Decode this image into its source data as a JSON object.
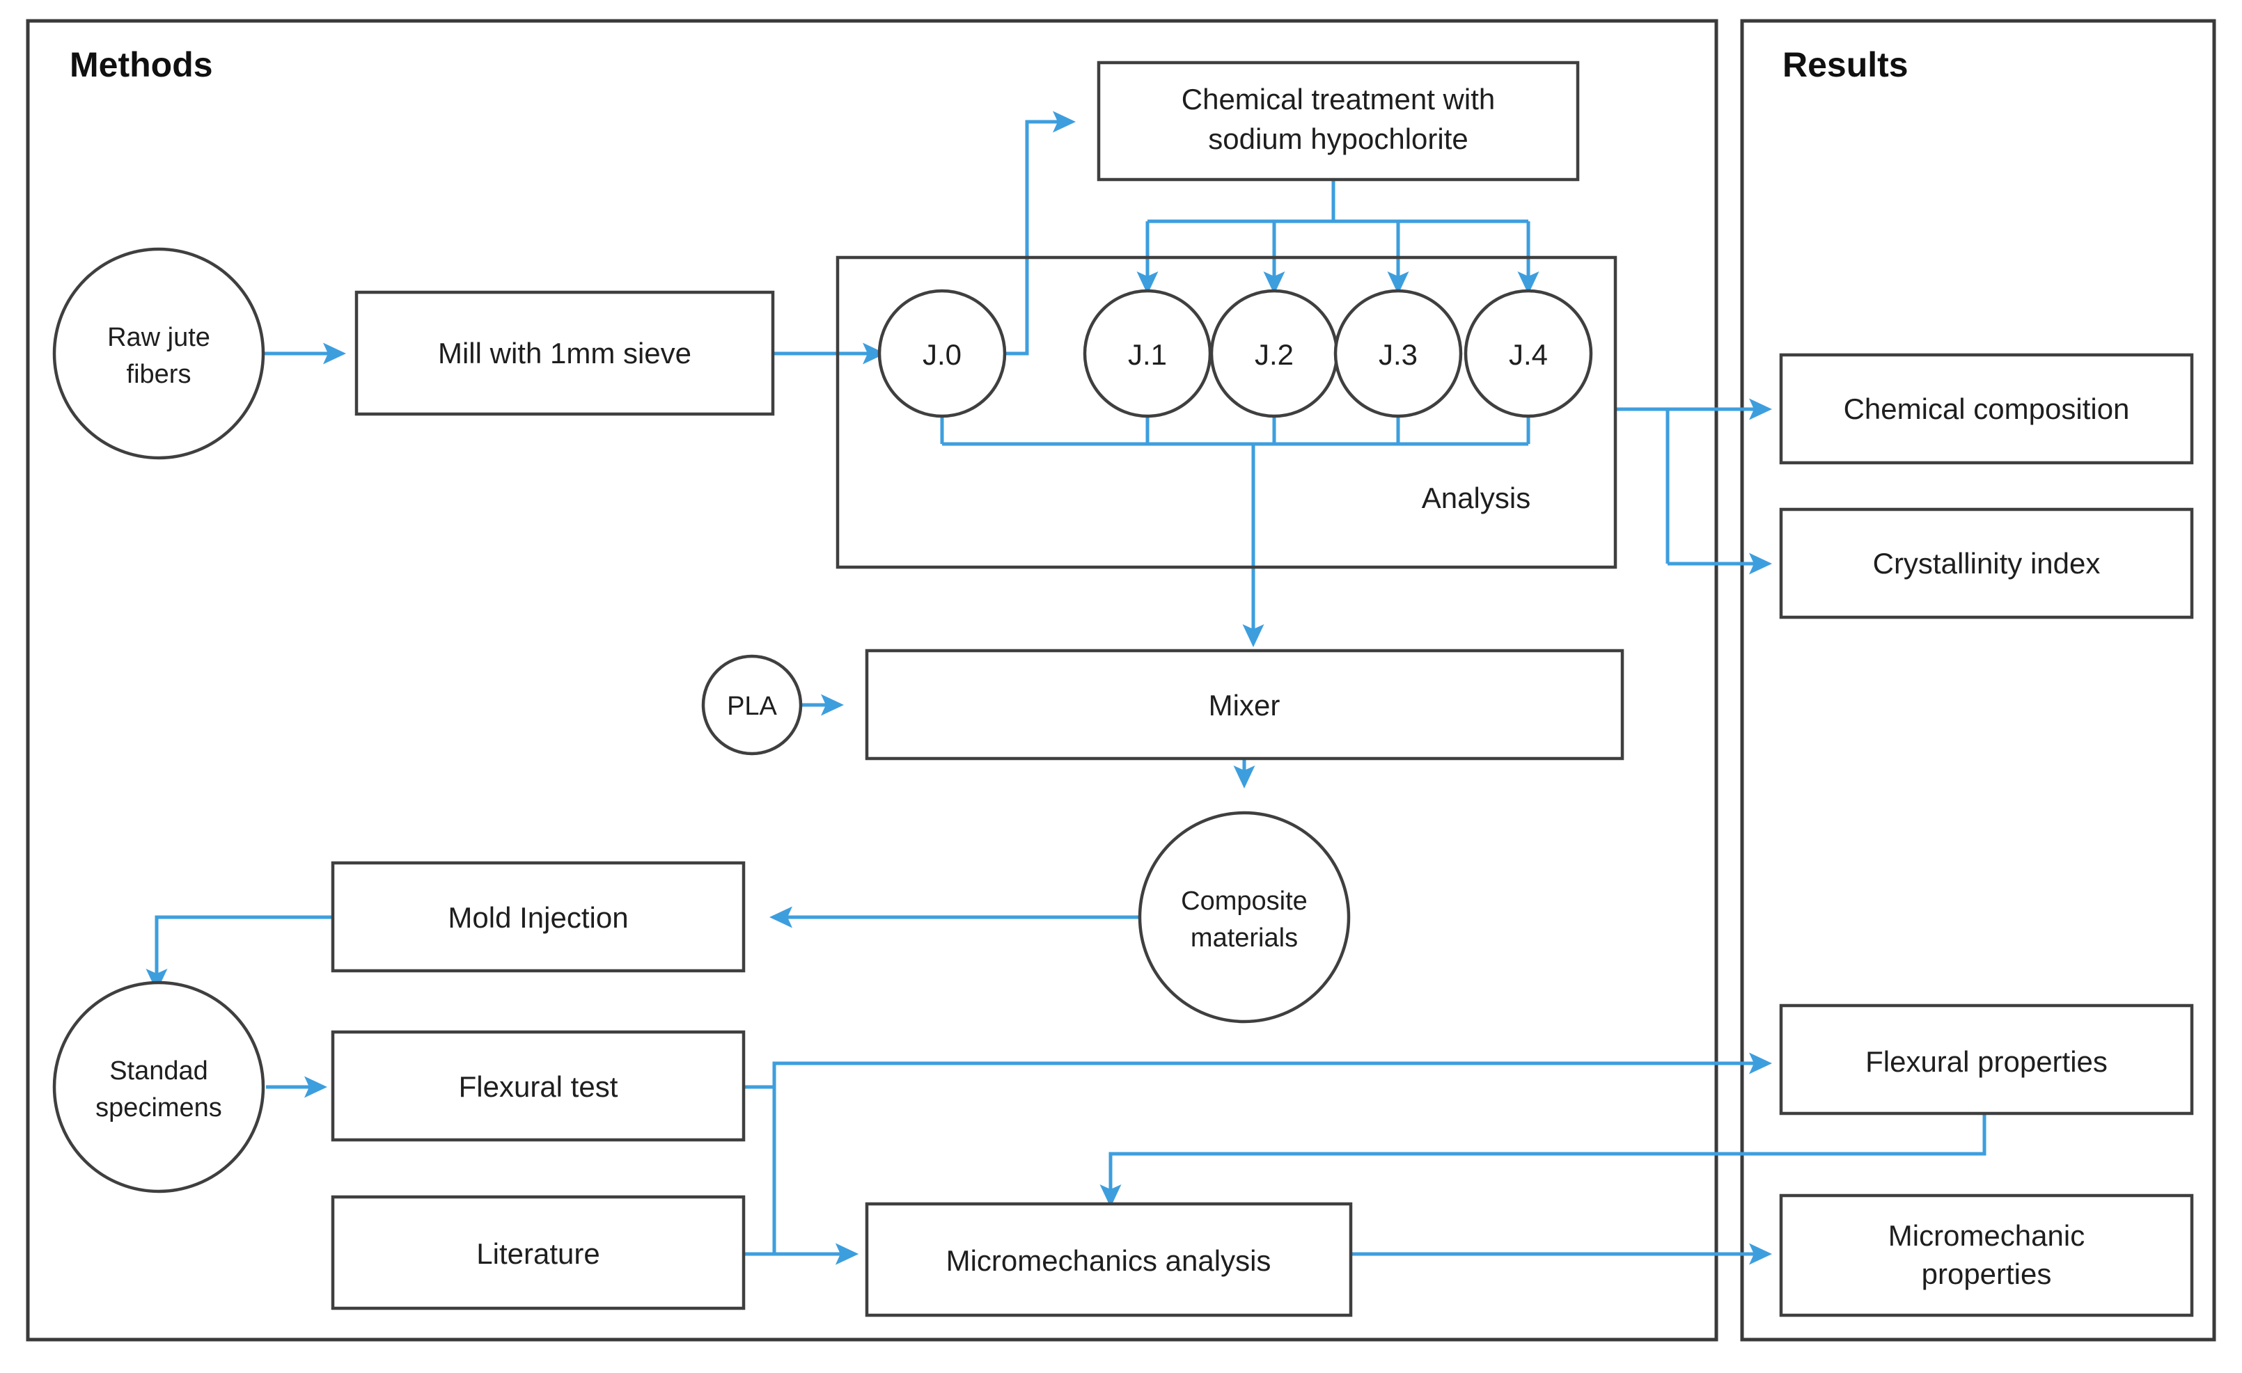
{
  "diagram": {
    "type": "flowchart",
    "panels": [
      {
        "id": "methods",
        "title": "Methods"
      },
      {
        "id": "results",
        "title": "Results"
      }
    ],
    "accent_color": "#3d9ede",
    "node_border_color": "#3f3f3f",
    "background_color": "#ffffff"
  },
  "nodes": {
    "raw_jute_fibers": {
      "label_line1": "Raw jute",
      "label_line2": "fibers",
      "shape": "circle"
    },
    "mill": {
      "label": "Mill with 1mm sieve",
      "shape": "rect"
    },
    "chemical_treatment": {
      "label_line1": "Chemical treatment with",
      "label_line2": "sodium hypochlorite",
      "shape": "rect"
    },
    "analysis_group": {
      "label": "Analysis",
      "shape": "rect-group"
    },
    "j0": {
      "label": "J.0",
      "shape": "circle"
    },
    "j1": {
      "label": "J.1",
      "shape": "circle"
    },
    "j2": {
      "label": "J.2",
      "shape": "circle"
    },
    "j3": {
      "label": "J.3",
      "shape": "circle"
    },
    "j4": {
      "label": "J.4",
      "shape": "circle"
    },
    "pla": {
      "label": "PLA",
      "shape": "circle"
    },
    "mixer": {
      "label": "Mixer",
      "shape": "rect"
    },
    "composite_materials": {
      "label_line1": "Composite",
      "label_line2": "materials",
      "shape": "circle"
    },
    "mold_injection": {
      "label": "Mold Injection",
      "shape": "rect"
    },
    "standard_specimens": {
      "label_line1": "Standad",
      "label_line2": "specimens",
      "shape": "circle"
    },
    "flexural_test": {
      "label": "Flexural test",
      "shape": "rect"
    },
    "literature": {
      "label": "Literature",
      "shape": "rect"
    },
    "micromechanics_analysis": {
      "label": "Micromechanics analysis",
      "shape": "rect"
    },
    "chemical_composition": {
      "label": "Chemical composition",
      "shape": "rect"
    },
    "crystallinity_index": {
      "label": "Crystallinity index",
      "shape": "rect"
    },
    "flexural_properties": {
      "label": "Flexural properties",
      "shape": "rect"
    },
    "micromechanic_properties": {
      "label_line1": "Micromechanic",
      "label_line2": "properties",
      "shape": "rect"
    }
  },
  "edges": [
    {
      "from": "raw_jute_fibers",
      "to": "mill"
    },
    {
      "from": "mill",
      "to": "j0"
    },
    {
      "from": "j0",
      "to": "chemical_treatment"
    },
    {
      "from": "chemical_treatment",
      "to": "j1"
    },
    {
      "from": "chemical_treatment",
      "to": "j2"
    },
    {
      "from": "chemical_treatment",
      "to": "j3"
    },
    {
      "from": "chemical_treatment",
      "to": "j4"
    },
    {
      "from": "analysis_group",
      "to": "mixer"
    },
    {
      "from": "analysis_group",
      "to": "chemical_composition"
    },
    {
      "from": "analysis_group",
      "to": "crystallinity_index"
    },
    {
      "from": "pla",
      "to": "mixer"
    },
    {
      "from": "mixer",
      "to": "composite_materials"
    },
    {
      "from": "composite_materials",
      "to": "mold_injection"
    },
    {
      "from": "mold_injection",
      "to": "standard_specimens"
    },
    {
      "from": "standard_specimens",
      "to": "flexural_test"
    },
    {
      "from": "flexural_test",
      "to": "flexural_properties"
    },
    {
      "from": "flexural_test",
      "to": "micromechanics_analysis"
    },
    {
      "from": "literature",
      "to": "micromechanics_analysis"
    },
    {
      "from": "flexural_properties",
      "to": "micromechanics_analysis"
    },
    {
      "from": "micromechanics_analysis",
      "to": "micromechanic_properties"
    }
  ]
}
